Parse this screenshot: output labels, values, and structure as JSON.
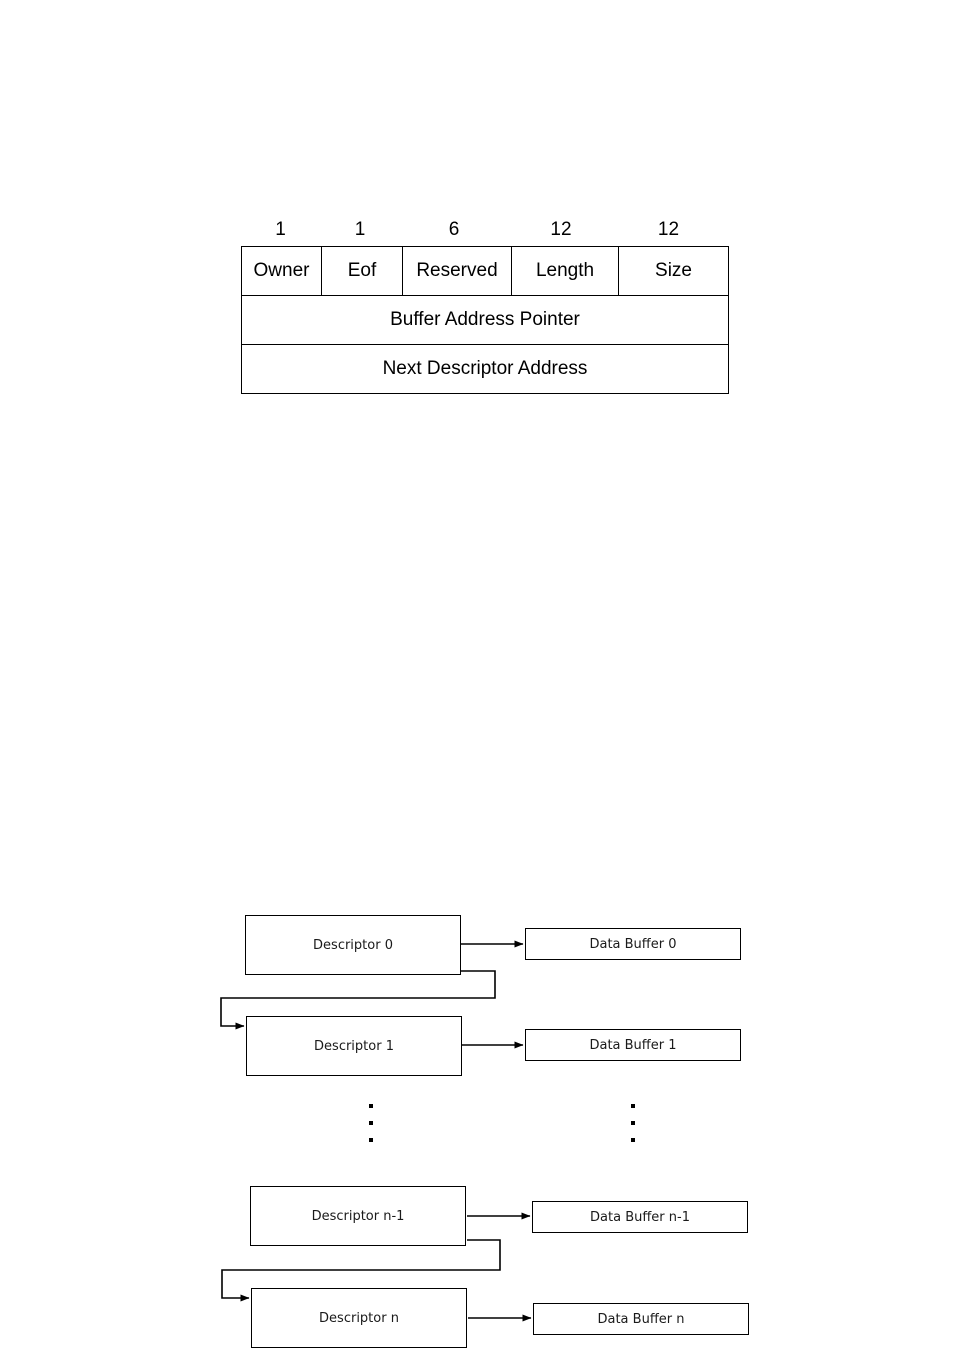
{
  "figure_descriptor_format": {
    "bit_widths": [
      "1",
      "1",
      "6",
      "12",
      "12"
    ],
    "fields": [
      "Owner",
      "Eof",
      "Reserved",
      "Length",
      "Size"
    ],
    "row_buffer_address": "Buffer Address Pointer",
    "row_next_descriptor": "Next Descriptor Address"
  },
  "figure_descriptor_ring": {
    "descriptors": [
      {
        "label": "Descriptor 0"
      },
      {
        "label": "Descriptor 1"
      },
      {
        "label": "Descriptor n-1"
      },
      {
        "label": "Descriptor n"
      }
    ],
    "buffers": [
      {
        "label": "Data Buffer 0"
      },
      {
        "label": "Data Buffer 1"
      },
      {
        "label": "Data Buffer n-1"
      },
      {
        "label": "Data Buffer n"
      }
    ],
    "ellipsis_marker": "vertical-ellipsis"
  },
  "colors": {
    "stroke": "#000000",
    "background": "#ffffff",
    "text": "#000000",
    "diagram_text": "#1a1a1a"
  }
}
